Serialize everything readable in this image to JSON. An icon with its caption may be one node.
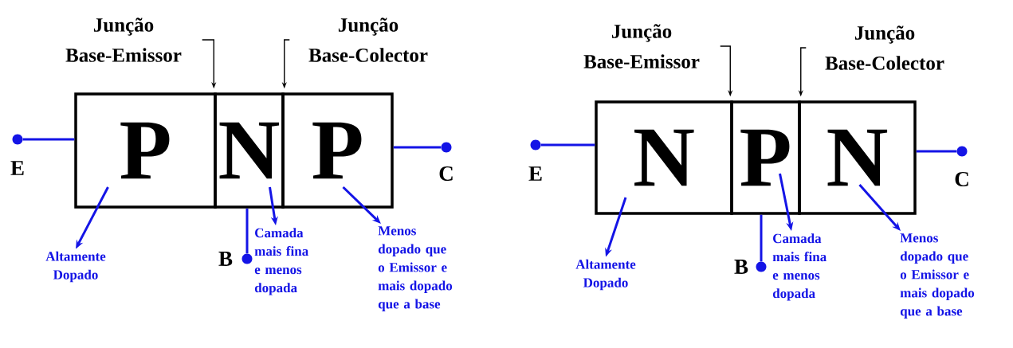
{
  "diagram": {
    "nodes": [
      {
        "text": [
          "Junção Base-Emissor"
        ]
      },
      {
        "text": [
          "Junção Base-Colector"
        ]
      },
      {
        "text": [
          "P"
        ]
      },
      {
        "text": [
          "N"
        ]
      },
      {
        "text": [
          "P"
        ]
      },
      {
        "text": [],
        "shape": "circle",
        "beside": [
          "E"
        ]
      },
      {
        "text": [],
        "shape": "circle",
        "beside": [
          "C"
        ]
      },
      {
        "text": [
          "Altamente Dopado"
        ]
      },
      {
        "text": [],
        "shape": "circle",
        "beside": [
          "B"
        ]
      },
      {
        "text": [
          "Camada mais fina e menos dopada"
        ]
      },
      {
        "text": [
          "Menos dopado que o Emissor e mais dopado que a base"
        ]
      },
      {
        "text": [
          "Junção Base-Emissor"
        ]
      },
      {
        "text": [
          "Junção Base-Colector"
        ]
      },
      {
        "text": [
          "N"
        ]
      },
      {
        "text": [
          "P"
        ]
      },
      {
        "text": [
          "N"
        ]
      },
      {
        "text": [],
        "shape": "circle",
        "beside": [
          "E"
        ]
      },
      {
        "text": [],
        "shape": "circle",
        "beside": [
          "C"
        ]
      },
      {
        "text": [
          "Altamente Dopado"
        ]
      },
      {
        "text": [],
        "shape": "circle",
        "beside": [
          "B"
        ]
      },
      {
        "text": [
          "Camada mais fina e menos dopada"
        ]
      },
      {
        "text": [
          "Menos dopado que o Emissor e mais dopado que a base"
        ]
      }
    ],
    "edges": [
      {
        "from": 0,
        "to": 3,
        "arrow": "to",
        "color": "#000000"
      },
      {
        "from": 1,
        "to": 3,
        "arrow": "to",
        "color": "#000000"
      },
      {
        "from": 5,
        "to": 2,
        "arrow": "none"
      },
      {
        "from": 6,
        "to": 4,
        "arrow": "none"
      },
      {
        "from": 8,
        "to": 3,
        "arrow": "none"
      },
      {
        "from": 2,
        "to": 7,
        "arrow": "to"
      },
      {
        "from": 3,
        "to": 9,
        "arrow": "to"
      },
      {
        "from": 4,
        "to": 10,
        "arrow": "to"
      },
      {
        "from": 11,
        "to": 14,
        "arrow": "to",
        "color": "#000000"
      },
      {
        "from": 12,
        "to": 14,
        "arrow": "to",
        "color": "#000000"
      },
      {
        "from": 16,
        "to": 13,
        "arrow": "none"
      },
      {
        "from": 17,
        "to": 15,
        "arrow": "none"
      },
      {
        "from": 19,
        "to": 14,
        "arrow": "none"
      },
      {
        "from": 13,
        "to": 18,
        "arrow": "to"
      },
      {
        "from": 14,
        "to": 20,
        "arrow": "to"
      },
      {
        "from": 15,
        "to": 21,
        "arrow": "to"
      }
    ]
  }
}
